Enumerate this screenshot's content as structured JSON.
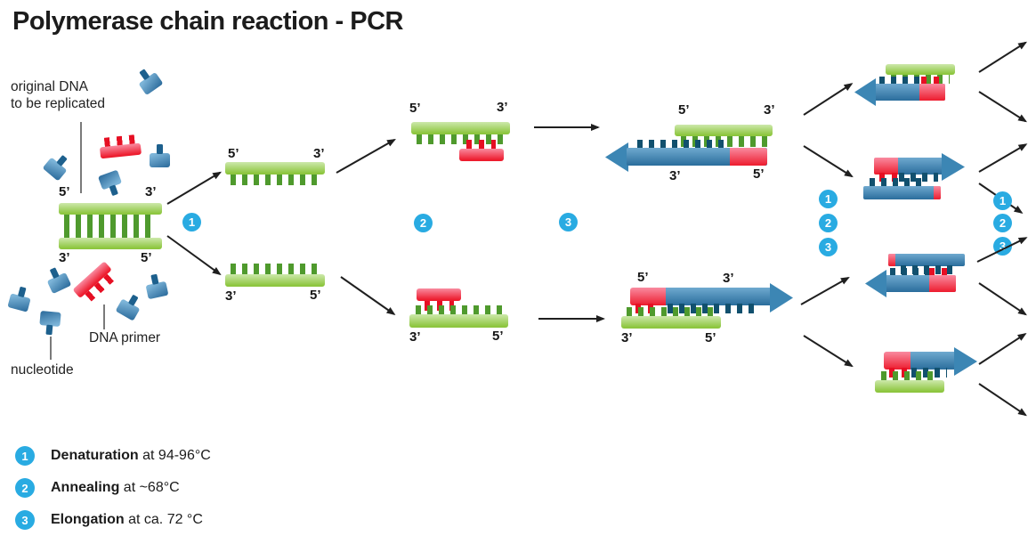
{
  "title": "Polymerase chain reaction - PCR",
  "labels": {
    "original_dna_line1": "original DNA",
    "original_dna_line2": "to be replicated",
    "dna_primer": "DNA primer",
    "nucleotide": "nucleotide"
  },
  "prime": {
    "five": "5’",
    "three": "3’"
  },
  "steps": [
    {
      "number": "1",
      "name": "Denaturation",
      "detail": "at 94-96°C"
    },
    {
      "number": "2",
      "name": "Annealing",
      "detail": "at ~68°C"
    },
    {
      "number": "3",
      "name": "Elongation",
      "detail": "at ca. 72 °C"
    }
  ],
  "colors": {
    "step_circle": "#29abe2",
    "template_green": "#8dc63f",
    "primer_red": "#ed1c24",
    "new_strand_blue": "#2f7cad"
  }
}
